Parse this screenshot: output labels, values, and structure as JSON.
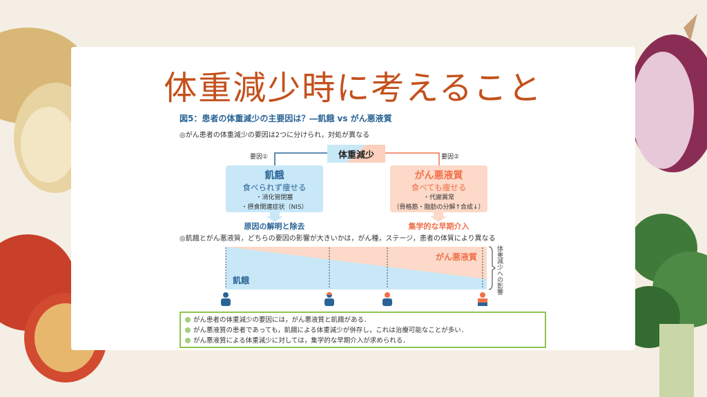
{
  "slide": {
    "title": "体重減少時に考えること"
  },
  "figure": {
    "title": "図5：患者の体重減少の主要因は？―飢餓 vs がん悪液質",
    "subtitle": "◎がん患者の体重減少の要因は2つに分けられ，対処が異なる",
    "center": "体重減少",
    "factor1_label": "要因①",
    "factor2_label": "要因②",
    "left": {
      "heading": "飢餓",
      "sub": "食べられず痩せる",
      "items": [
        "・消化管閉塞",
        "・摂食関連症状（NIS）"
      ],
      "conclusion": "原因の解明と除去"
    },
    "right": {
      "heading": "がん悪液質",
      "sub": "食べても痩せる",
      "items": [
        "・代謝異常",
        "（骨格筋・脂肪の分解↑合成↓）"
      ],
      "conclusion": "集学的な早期介入"
    },
    "compare_text": "◎飢餓とがん悪液質，どちらの要因の影響が大きいかは，がん種，ステージ，患者の体質により異なる",
    "band_label_cachexia": "がん悪液質",
    "band_label_starvation": "飢餓",
    "axis_label": "体重減少への影響",
    "points_summary": [
      "がん患者の体重減少の要因には，がん悪液質と飢餓がある．",
      "がん悪液質の患者であっても，飢餓による体重減少が併存し，これは治療可能なことが多い．",
      "がん悪液質による体重減少に対しては，集学的な早期介入が求められる．"
    ]
  },
  "colors": {
    "title": "#c4501c",
    "blue": "#2a6496",
    "light_blue": "#c8e8f8",
    "orange": "#f0704a",
    "light_orange": "#fcd9c8",
    "green": "#8dc44e"
  }
}
